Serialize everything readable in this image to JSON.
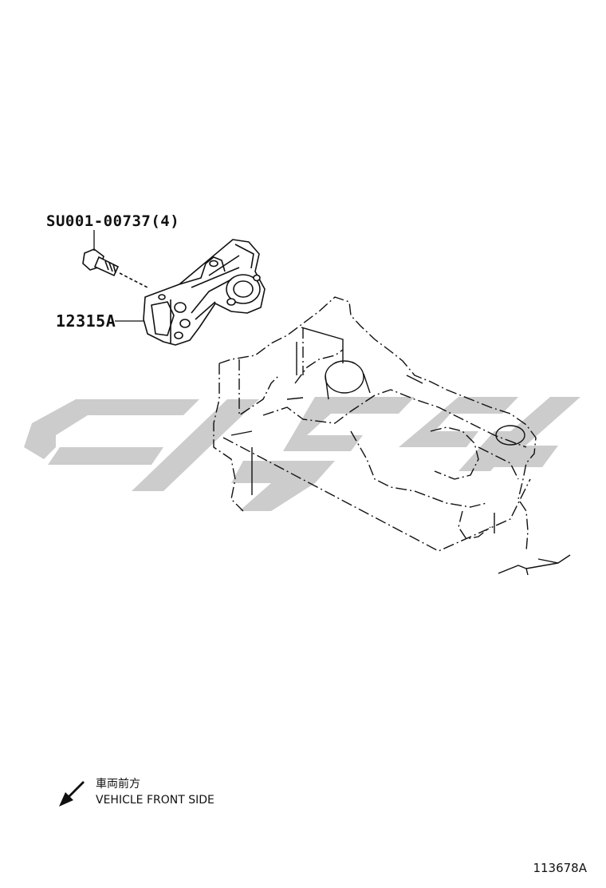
{
  "parts": {
    "bolt_label": "SU001-00737(4)",
    "bracket_label": "12315A"
  },
  "legend": {
    "line1": "車両前方",
    "line2": "VEHICLE FRONT SIDE",
    "arrow_icon": "arrow-down-left-icon"
  },
  "reference_code": "113678A",
  "colors": {
    "line": "#111111",
    "watermark": "#c8c8c8"
  }
}
